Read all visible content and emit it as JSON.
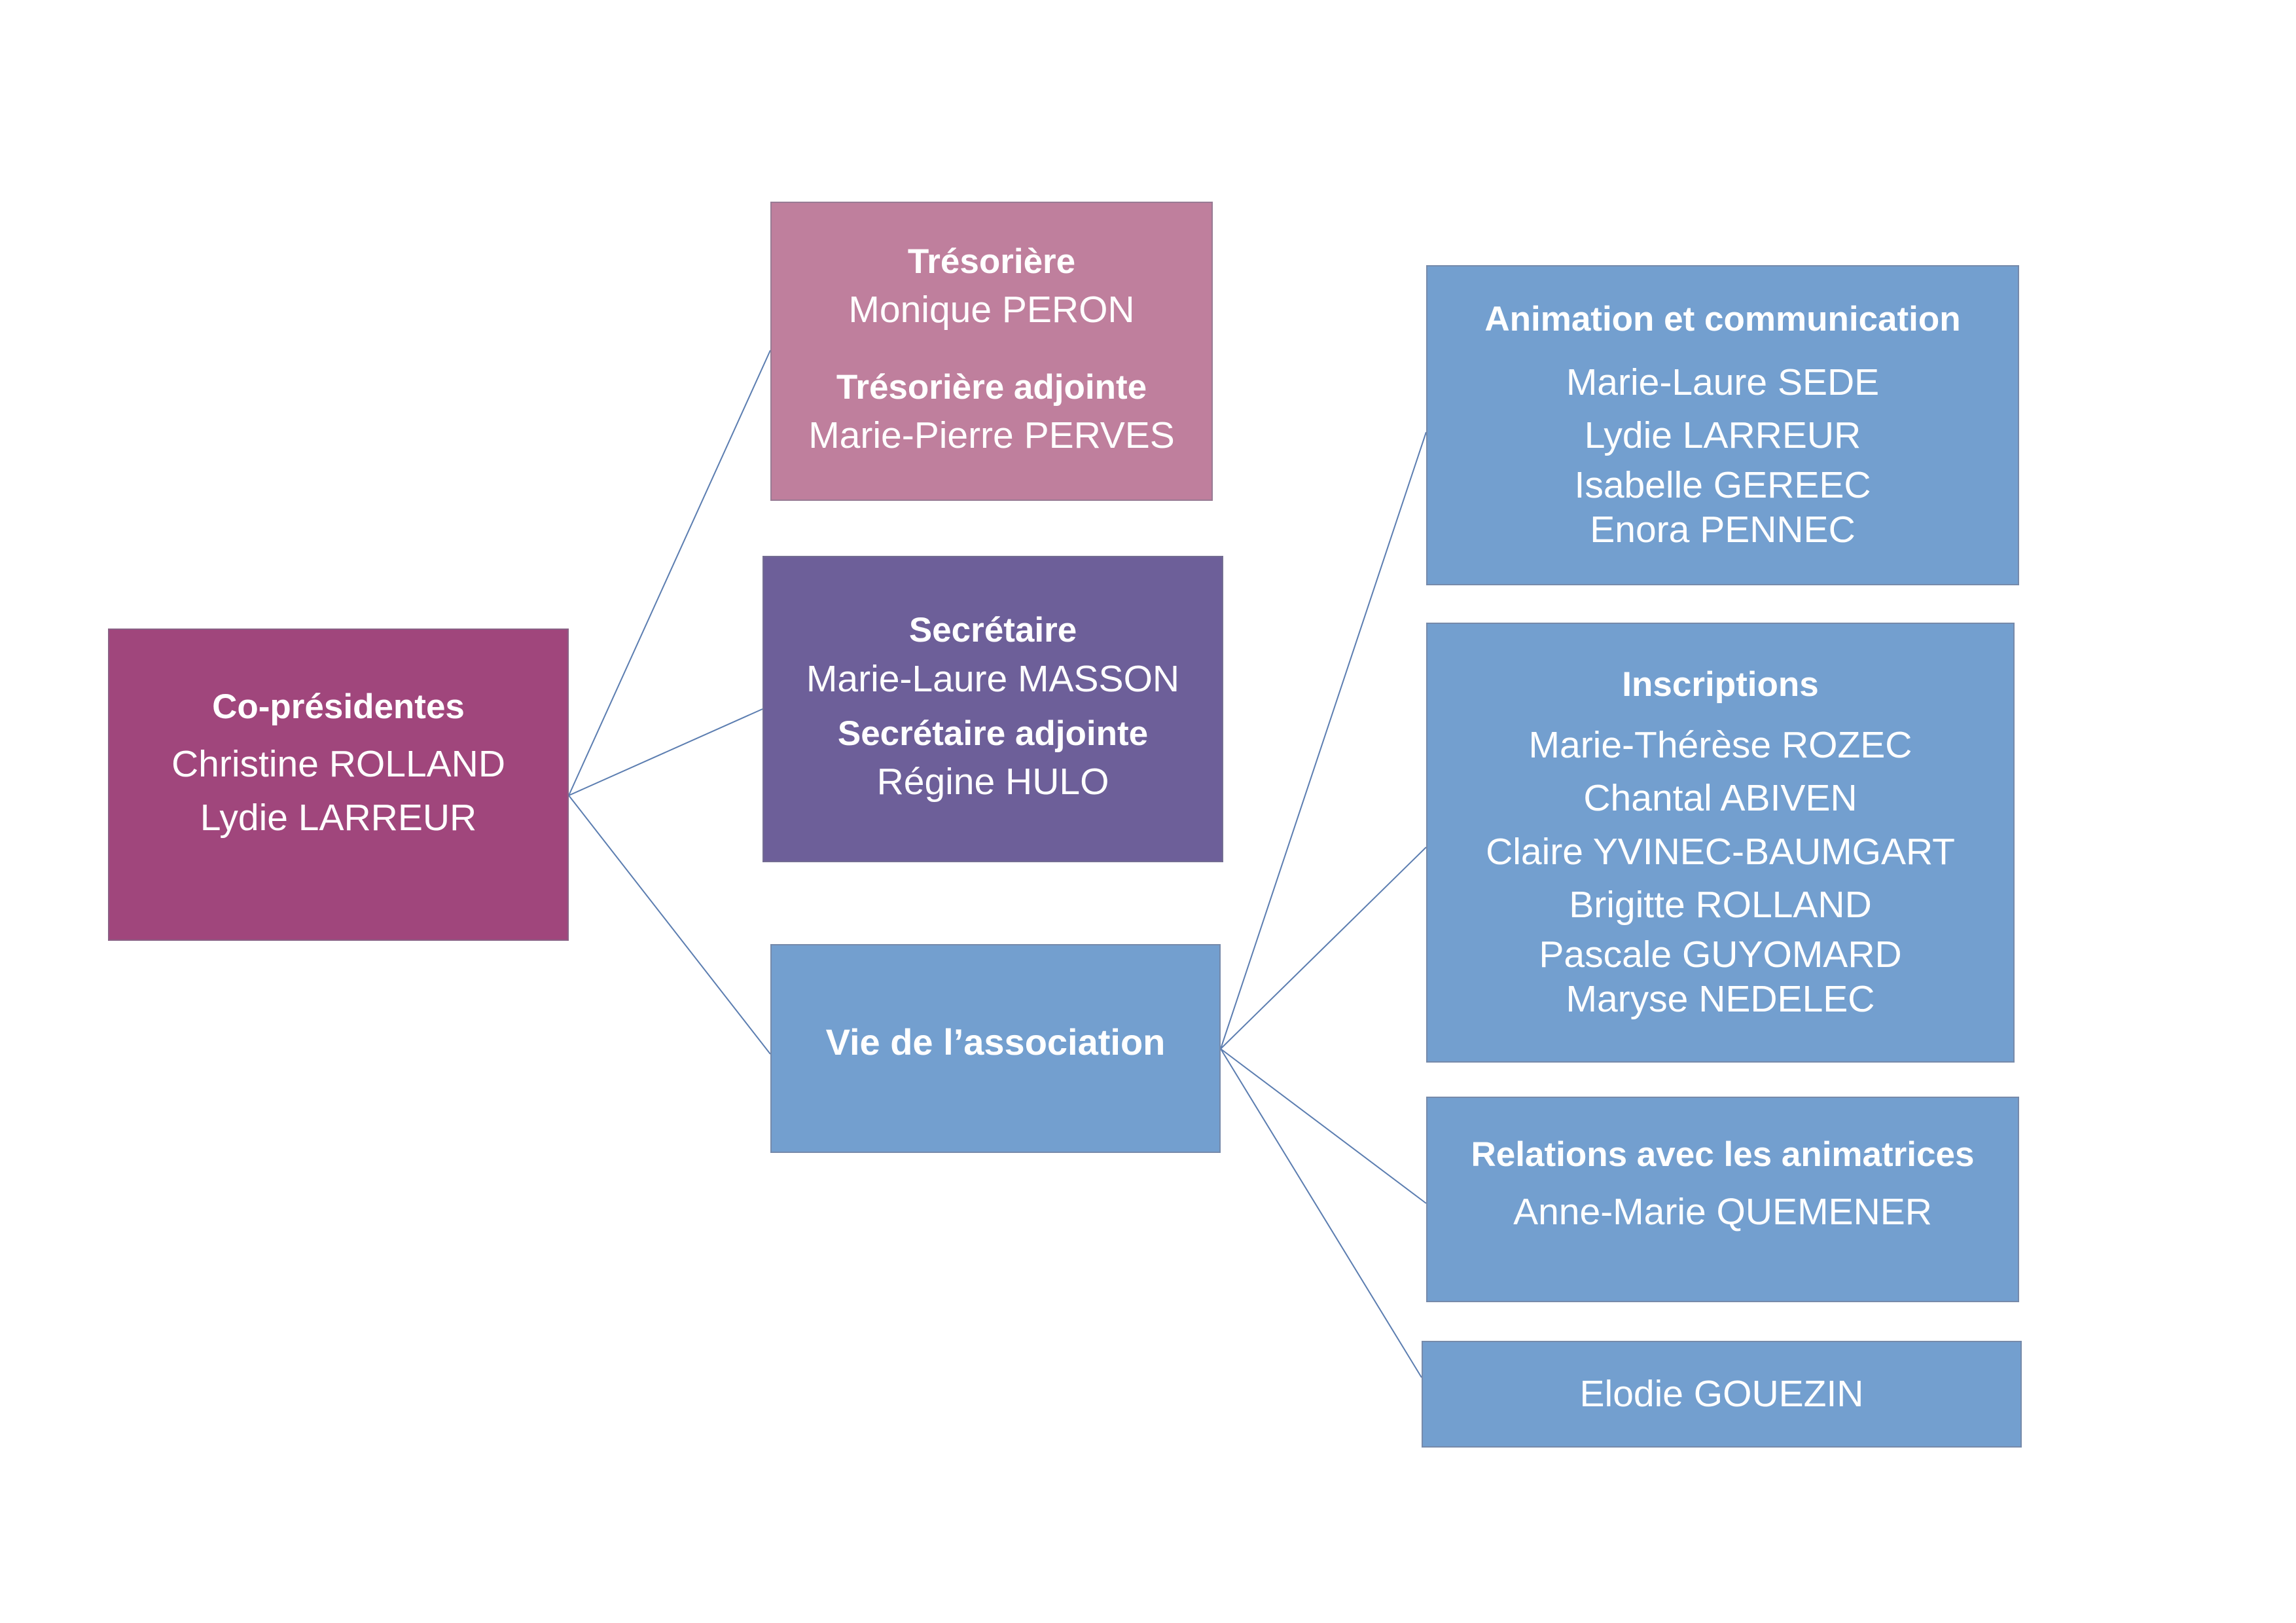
{
  "colors": {
    "presidents": "#a0467c",
    "treasury": "#bf7f9d",
    "secretary": "#6d5f99",
    "association": "#739fcf",
    "link": "#5b7db0"
  },
  "nodes": {
    "presidents": {
      "title": "Co-présidentes",
      "names": [
        "Christine ROLLAND",
        "Lydie LARREUR"
      ]
    },
    "treasury": {
      "title": "Trésorière",
      "name": "Monique PERON",
      "deputy_title": "Trésorière adjointe",
      "deputy_name": "Marie-Pierre PERVES"
    },
    "secretary": {
      "title": "Secrétaire",
      "name": "Marie-Laure MASSON",
      "deputy_title": "Secrétaire adjointe",
      "deputy_name": "Régine HULO"
    },
    "association": {
      "title": "Vie de l’association"
    },
    "animation": {
      "title": "Animation et communication",
      "names": [
        "Marie-Laure SEDE",
        "Lydie LARREUR",
        "Isabelle GEREEC",
        "Enora PENNEC"
      ]
    },
    "inscriptions": {
      "title": "Inscriptions",
      "names": [
        "Marie-Thérèse ROZEC",
        "Chantal ABIVEN",
        "Claire YVINEC-BAUMGART",
        "Brigitte ROLLAND",
        "Pascale GUYOMARD",
        "Maryse NEDELEC"
      ]
    },
    "relations": {
      "title": "Relations avec les animatrices",
      "names": [
        "Anne-Marie QUEMENER"
      ]
    },
    "other": {
      "names": [
        "Elodie GOUEZIN"
      ]
    }
  },
  "edges": [
    [
      "presidents",
      "treasury"
    ],
    [
      "presidents",
      "secretary"
    ],
    [
      "presidents",
      "association"
    ],
    [
      "association",
      "animation"
    ],
    [
      "association",
      "inscriptions"
    ],
    [
      "association",
      "relations"
    ],
    [
      "association",
      "other"
    ]
  ]
}
